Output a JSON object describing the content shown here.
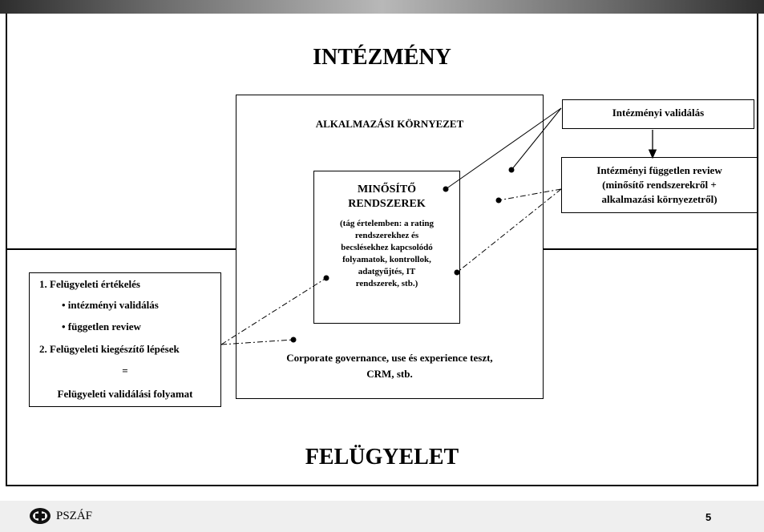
{
  "titles": {
    "top": "INTÉZMÉNY",
    "bottom": "FELÜGYELET"
  },
  "boxes": {
    "environment_label": "ALKALMAZÁSI KÖRNYEZET",
    "rating_title_1": "MINŐSÍTŐ",
    "rating_title_2": "RENDSZEREK",
    "rating_desc": [
      "(tág értelemben: a rating",
      "rendszerekhez és",
      "becslésekhez kapcsolódó",
      "folyamatok, kontrollok,",
      "adatgyűjtés, IT",
      "rendszerek, stb.)"
    ],
    "governance": [
      "Corporate governance, use és experience teszt,",
      "CRM, stb."
    ],
    "validation": "Intézményi validálás",
    "review": [
      "Intézményi független review",
      "(minősítő rendszerekről +",
      "alkalmazási környezetről)"
    ],
    "supervisory": {
      "line1": "1. Felügyeleti értékelés",
      "line2": "• intézményi validálás",
      "line3": "• független review",
      "line4": "2. Felügyeleti kiegészítő lépések",
      "line5": "=",
      "line6": "Felügyeleti validálási folyamat"
    }
  },
  "footer": {
    "logo_text": "PSZÁF",
    "page_number": "5"
  }
}
